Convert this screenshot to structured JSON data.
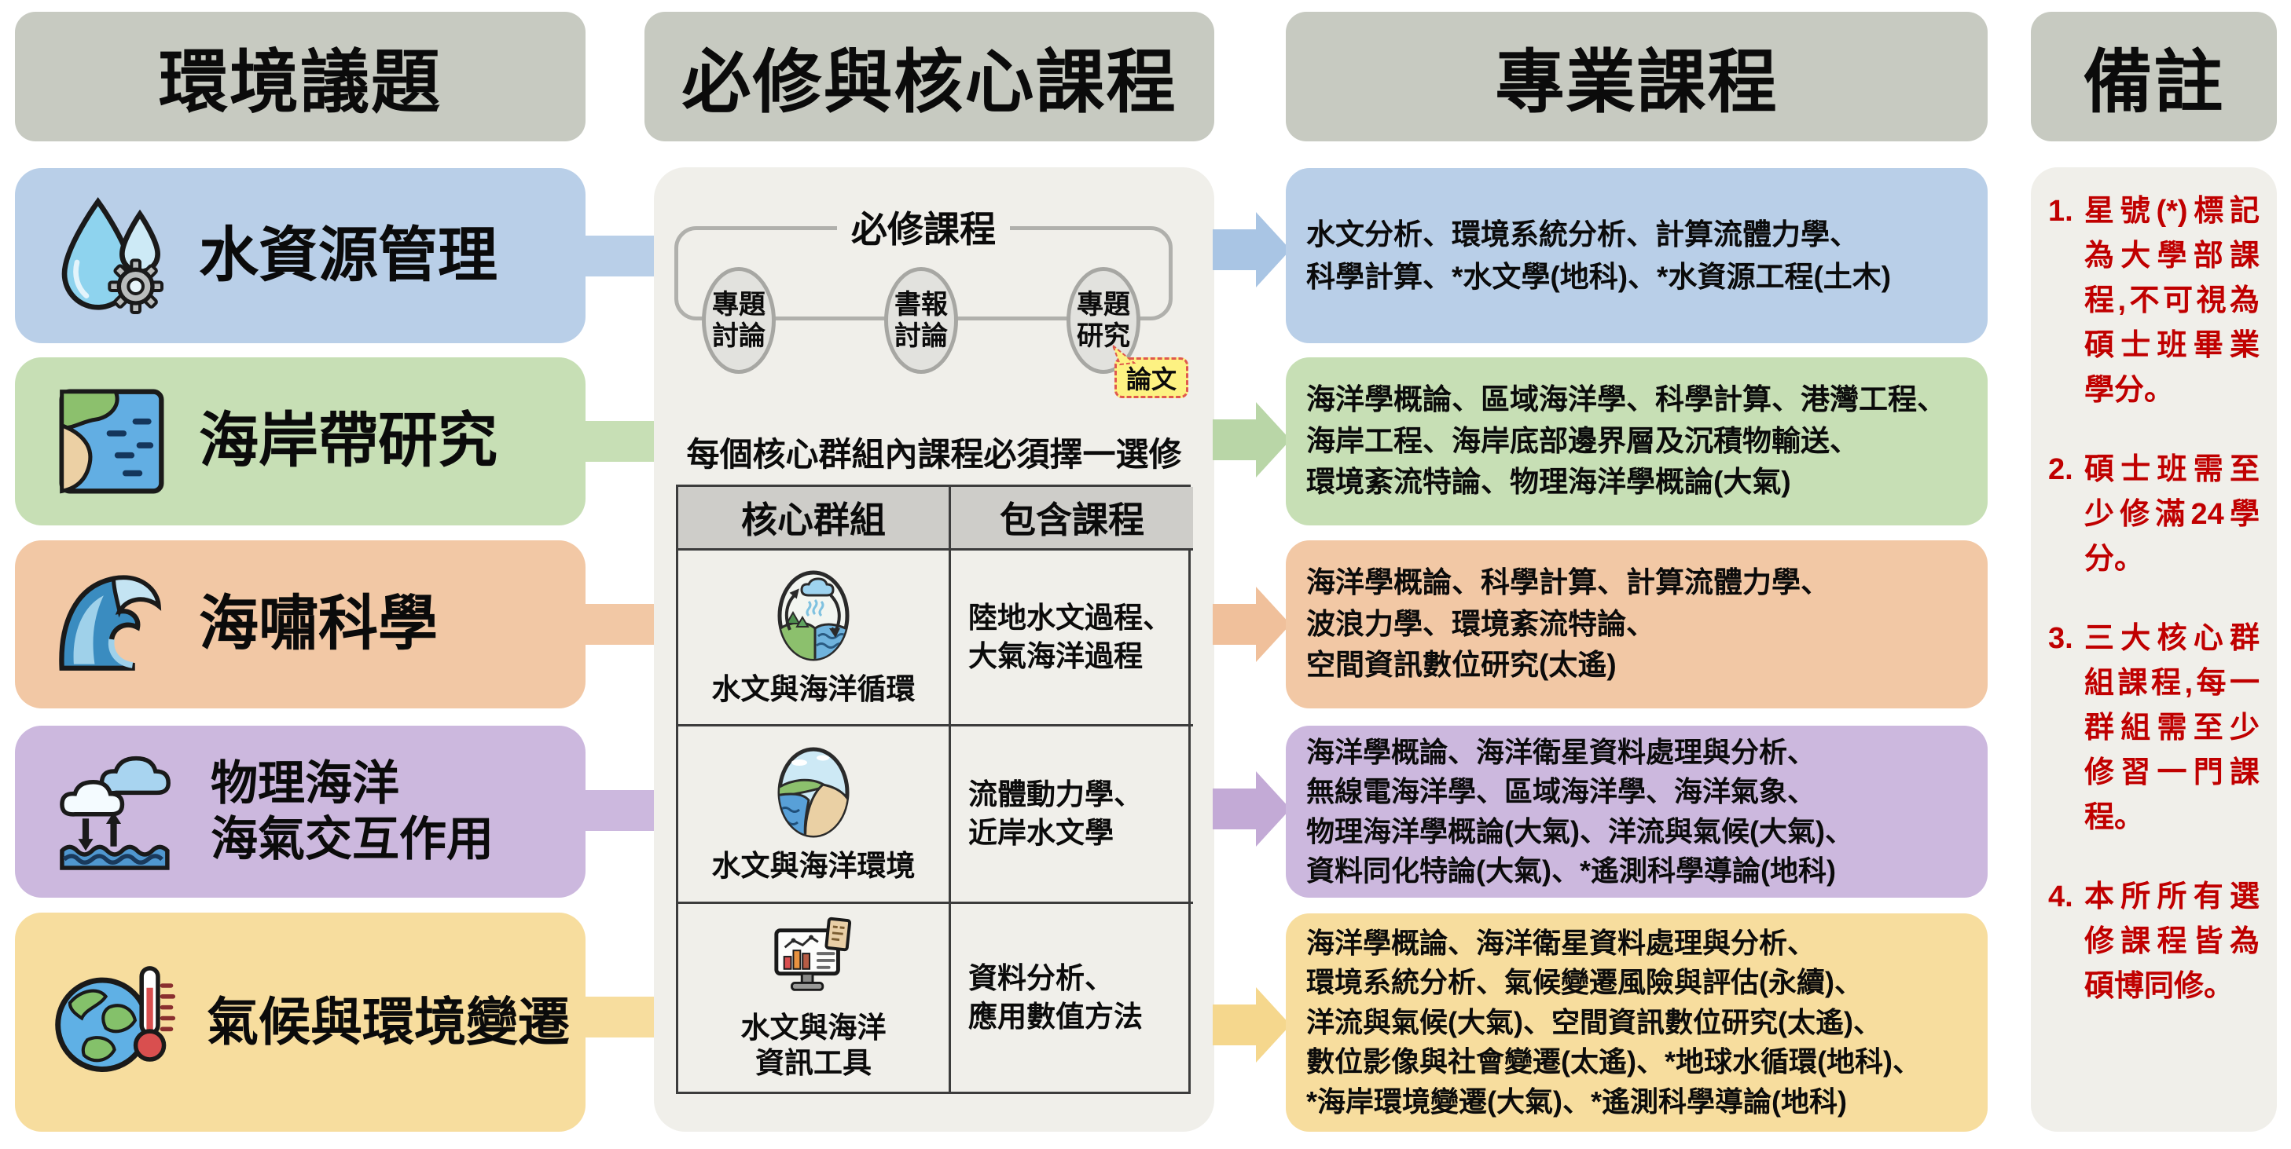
{
  "palette": {
    "header_bg": "#c7cac1",
    "panel_bg": "#f0efea",
    "row_blue": "#b9cfe8",
    "arrow_blue": "#a9c5e4",
    "row_green": "#c7dfb5",
    "arrow_green": "#b9d6a7",
    "row_orange": "#f2c8a5",
    "arrow_orange": "#f0c09b",
    "row_purple": "#ccb8de",
    "arrow_purple": "#c3aad6",
    "row_yellow": "#f7dd9e",
    "arrow_yellow": "#f5d78d",
    "table_header_bg": "#cecdc9",
    "note_red": "#c00000",
    "callout_bg": "#fdf282",
    "callout_border": "#e0584c"
  },
  "headers": {
    "environmental_issues": "環境議題",
    "required_core": "必修與核心課程",
    "professional": "專業課程",
    "remarks": "備註"
  },
  "issues": [
    {
      "label": "水資源管理",
      "icon": "water-drops-gear-icon"
    },
    {
      "label": "海岸帶研究",
      "icon": "coastline-icon"
    },
    {
      "label": "海嘯科學",
      "icon": "tsunami-wave-icon"
    },
    {
      "label": "物理海洋\n海氣交互作用",
      "icon": "air-sea-exchange-icon"
    },
    {
      "label": "氣候與環境變遷",
      "icon": "globe-thermometer-icon"
    }
  ],
  "core_panel": {
    "required_group_label": "必修課程",
    "required_courses": [
      {
        "label": "專題\n討論"
      },
      {
        "label": "書報\n討論"
      },
      {
        "label": "專題\n研究"
      }
    ],
    "thesis_callout": "論文",
    "rule_text": "每個核心群組內課程必須擇一選修",
    "table": {
      "col_headers": [
        "核心群組",
        "包含課程"
      ],
      "rows": [
        {
          "group": "水文與海洋循環",
          "icon": "water-cycle-icon",
          "courses": "陸地水文過程、\n大氣海洋過程"
        },
        {
          "group": "水文與海洋環境",
          "icon": "coastal-environment-icon",
          "courses": "流體動力學、\n近岸水文學"
        },
        {
          "group": "水文與海洋\n資訊工具",
          "icon": "data-monitor-icon",
          "courses": "資料分析、\n應用數值方法"
        }
      ]
    }
  },
  "professional_courses": [
    {
      "text": "水文分析、環境系統分析、計算流體力學、\n科學計算、*水文學(地科)、*水資源工程(土木)"
    },
    {
      "text": "海洋學概論、區域海洋學、科學計算、港灣工程、\n海岸工程、海岸底部邊界層及沉積物輸送、\n環境紊流特論、物理海洋學概論(大氣)"
    },
    {
      "text": "海洋學概論、科學計算、計算流體力學、\n波浪力學、環境紊流特論、\n空間資訊數位研究(太遙)"
    },
    {
      "text": "海洋學概論、海洋衛星資料處理與分析、\n無線電海洋學、區域海洋學、海洋氣象、\n物理海洋學概論(大氣)、洋流與氣候(大氣)、\n資料同化特論(大氣)、*遙測科學導論(地科)"
    },
    {
      "text": "海洋學概論、海洋衛星資料處理與分析、\n環境系統分析、氣候變遷風險與評估(永續)、\n洋流與氣候(大氣)、空間資訊數位研究(太遙)、\n數位影像與社會變遷(太遙)、*地球水循環(地科)、\n*海岸環境變遷(大氣)、*遙測科學導論(地科)"
    }
  ],
  "remarks": [
    {
      "num": "1.",
      "text": "星號(*)標記為大學部課程,不可視為碩士班畢業學分。"
    },
    {
      "num": "2.",
      "text": "碩士班需至少修滿24學分。"
    },
    {
      "num": "3.",
      "text": "三大核心群組課程,每一群組需至少修習一門課程。"
    },
    {
      "num": "4.",
      "text": "本所所有選修課程皆為碩博同修。"
    }
  ]
}
